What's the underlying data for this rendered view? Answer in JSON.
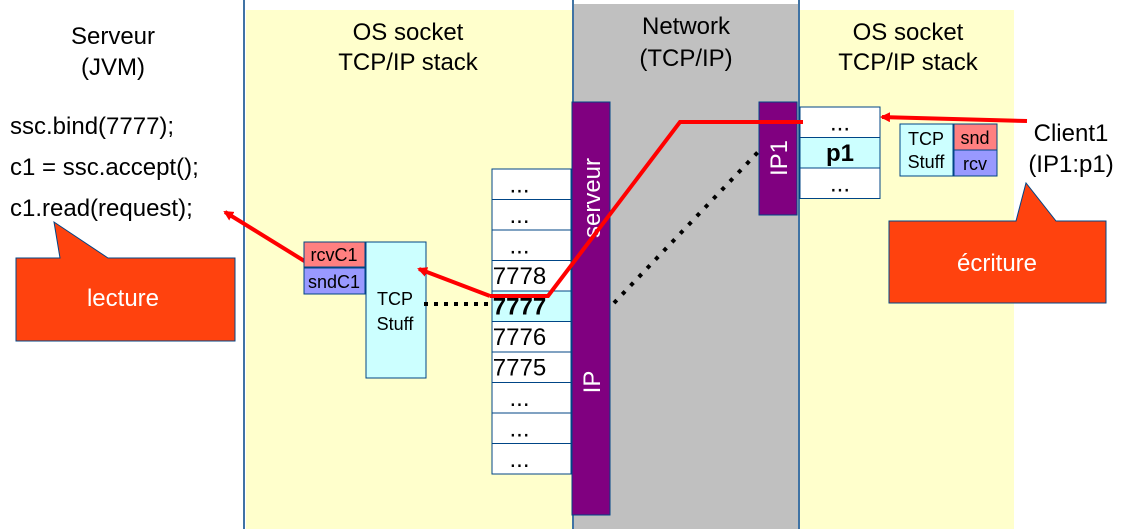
{
  "columns": {
    "server": {
      "title_line1": "Serveur",
      "title_line2": "(JVM)"
    },
    "os_left": {
      "title_line1": "OS socket",
      "title_line2": "TCP/IP stack"
    },
    "network": {
      "title_line1": "Network",
      "title_line2": "(TCP/IP)"
    },
    "os_right": {
      "title_line1": "OS socket",
      "title_line2": "TCP/IP stack"
    }
  },
  "code": {
    "line1": "ssc.bind(7777);",
    "line2": "c1 = ssc.accept();",
    "line3": "c1.read(request);"
  },
  "callouts": {
    "read": "lecture",
    "write": "écriture"
  },
  "server_socket": {
    "rcv_label": "rcvC1",
    "snd_label": "sndC1",
    "tcp_line1": "TCP",
    "tcp_line2": "Stuff"
  },
  "ports": [
    "...",
    "...",
    "...",
    "7778",
    "7777",
    "7776",
    "7775",
    "...",
    "...",
    "..."
  ],
  "active_port_index": 4,
  "server_ip_bar": {
    "top_label": "serveur",
    "bottom_label": "IP"
  },
  "client_ip_bar": {
    "label": "IP1"
  },
  "client_ports": [
    "...",
    "p1",
    "..."
  ],
  "client_socket": {
    "tcp_line1": "TCP",
    "tcp_line2": "Stuff",
    "snd_label": "snd",
    "rcv_label": "rcv"
  },
  "client": {
    "line1": "Client1",
    "line2": "(IP1:p1)"
  },
  "colors": {
    "os_zone": "#ffffcc",
    "network_zone": "#c0c0c0",
    "ip_bar": "#800080",
    "tcp_stuff": "#ccffff",
    "rcv": "#ff8080",
    "snd": "#9999ff",
    "callout": "#ff420e",
    "arrow": "#ff0000",
    "border": "#004586"
  }
}
